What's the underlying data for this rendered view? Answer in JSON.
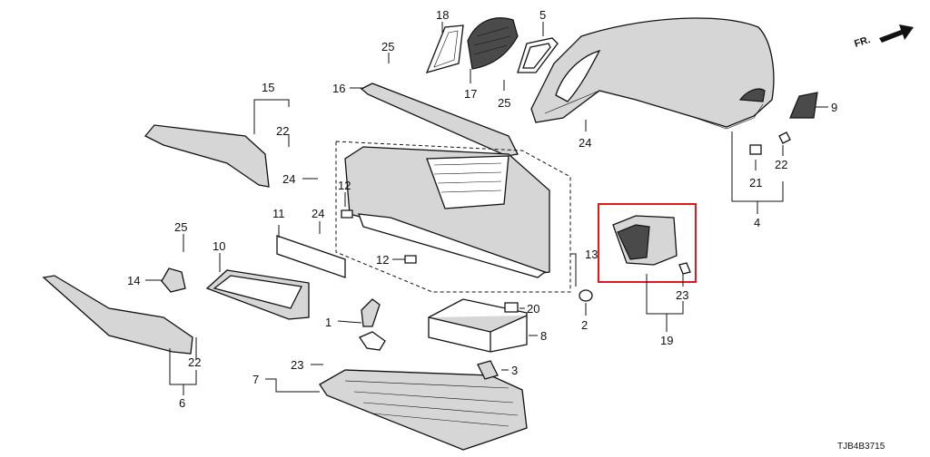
{
  "diagram": {
    "orientation_label": "FR.",
    "drawing_code": "TJB4B3715",
    "highlight_color": "#e0191f",
    "callouts": {
      "c1": "1",
      "c2": "2",
      "c3": "3",
      "c4": "4",
      "c5": "5",
      "c6": "6",
      "c7": "7",
      "c8": "8",
      "c9": "9",
      "c10": "10",
      "c11": "11",
      "c12a": "12",
      "c12b": "12",
      "c13": "13",
      "c14": "14",
      "c15": "15",
      "c16": "16",
      "c17": "17",
      "c18": "18",
      "c19": "19",
      "c20": "20",
      "c21": "21",
      "c22a": "22",
      "c22b": "22",
      "c22c": "22",
      "c23a": "23",
      "c23b": "23",
      "c24a": "24",
      "c24b": "24",
      "c24c": "24",
      "c25a": "25",
      "c25b": "25",
      "c25c": "25"
    }
  }
}
